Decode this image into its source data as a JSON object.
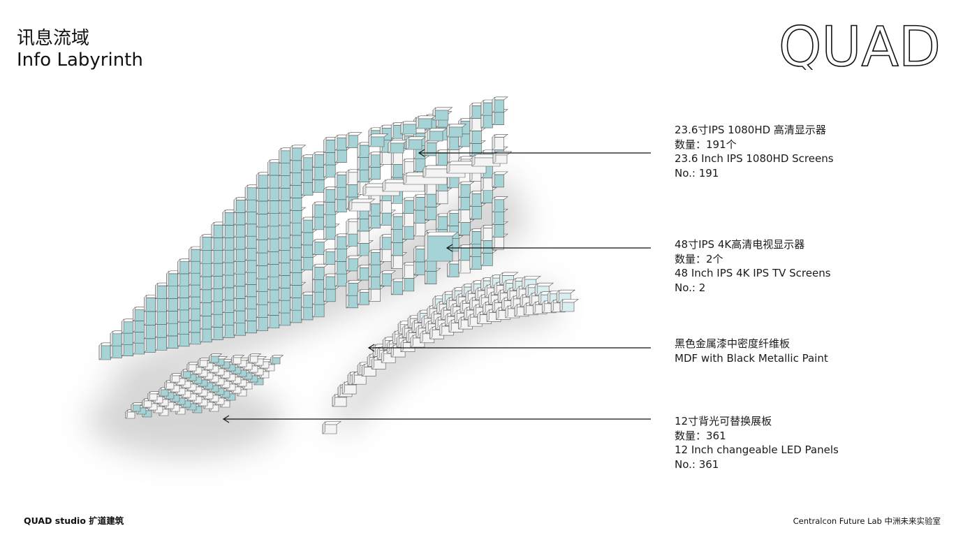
{
  "header": {
    "title_cn": "讯息流域",
    "title_en": "Info Labyrinth"
  },
  "logo": {
    "text": "QUAD"
  },
  "callouts": [
    {
      "lines": [
        "23.6寸IPS 1080HD 高清显示器",
        "数量：191个",
        "23.6 Inch IPS 1080HD Screens",
        "No.: 191"
      ]
    },
    {
      "lines": [
        "48寸IPS 4K高清电视显示器",
        "数量：2个",
        "48 Inch IPS 4K IPS TV Screens",
        "No.: 2"
      ]
    },
    {
      "lines": [
        "黑色金属漆中密度纤维板",
        "MDF with Black Metallic Paint"
      ]
    },
    {
      "lines": [
        "12寸背光可替换展板",
        "数量：361",
        "12 Inch changeable LED Panels",
        "No.: 361"
      ]
    }
  ],
  "footer": {
    "left": "QUAD studio 扩道建筑",
    "right": "Centralcon Future Lab 中洲未来实验室"
  },
  "colors": {
    "screen": "#a6d4d6",
    "panel_white": "#f4f4f4",
    "edge": "#555555",
    "leader": "#111111"
  }
}
